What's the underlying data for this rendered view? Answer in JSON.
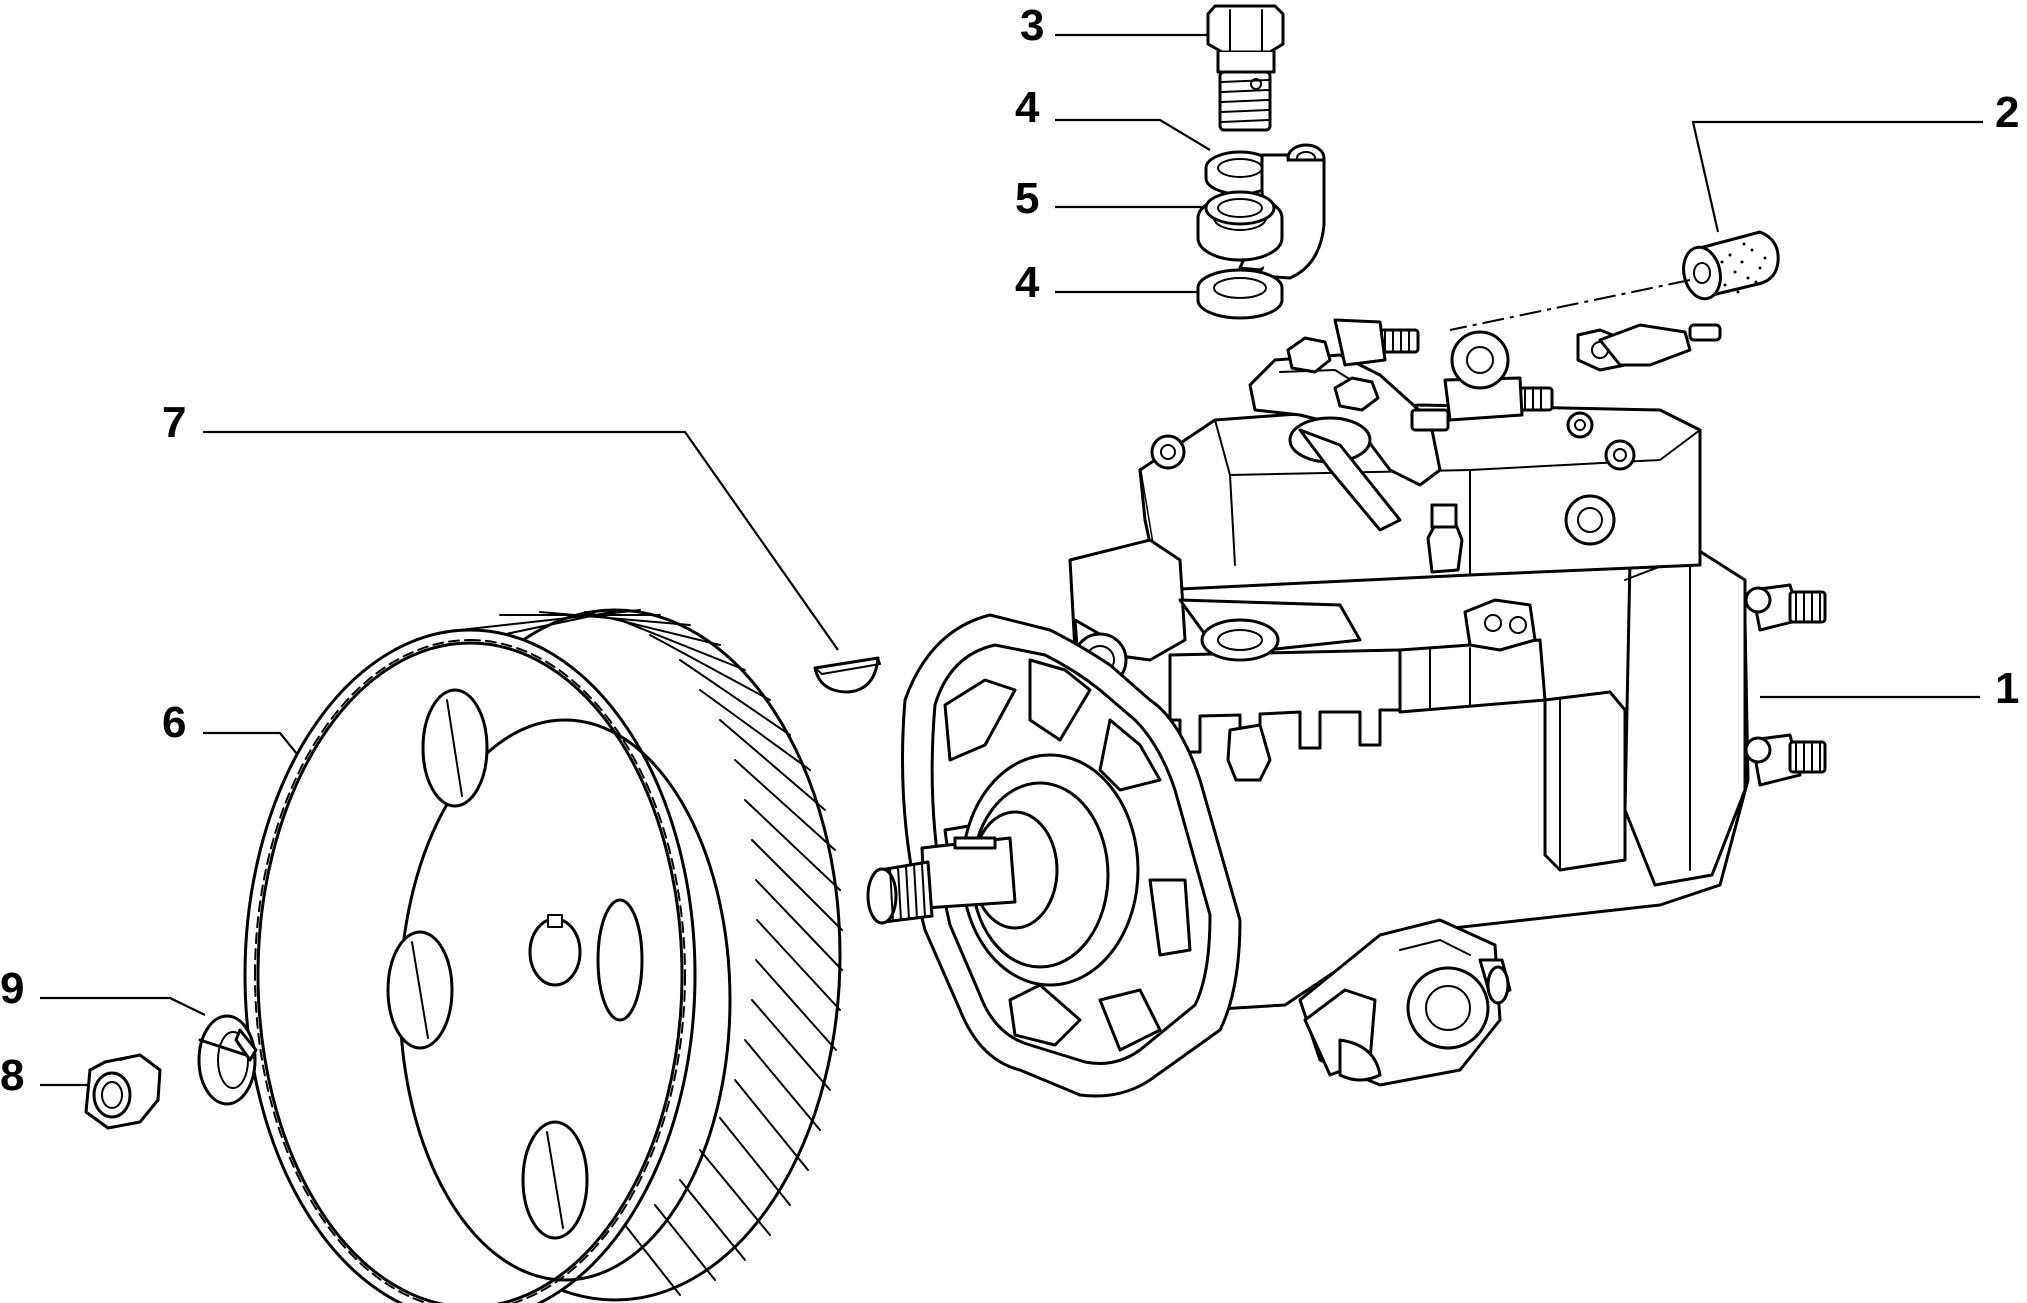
{
  "callouts": [
    {
      "id": "1",
      "label": "1"
    },
    {
      "id": "2",
      "label": "2"
    },
    {
      "id": "3",
      "label": "3"
    },
    {
      "id": "4a",
      "label": "4"
    },
    {
      "id": "5",
      "label": "5"
    },
    {
      "id": "4b",
      "label": "4"
    },
    {
      "id": "7",
      "label": "7"
    },
    {
      "id": "6",
      "label": "6"
    },
    {
      "id": "9",
      "label": "9"
    },
    {
      "id": "8",
      "label": "8"
    }
  ]
}
